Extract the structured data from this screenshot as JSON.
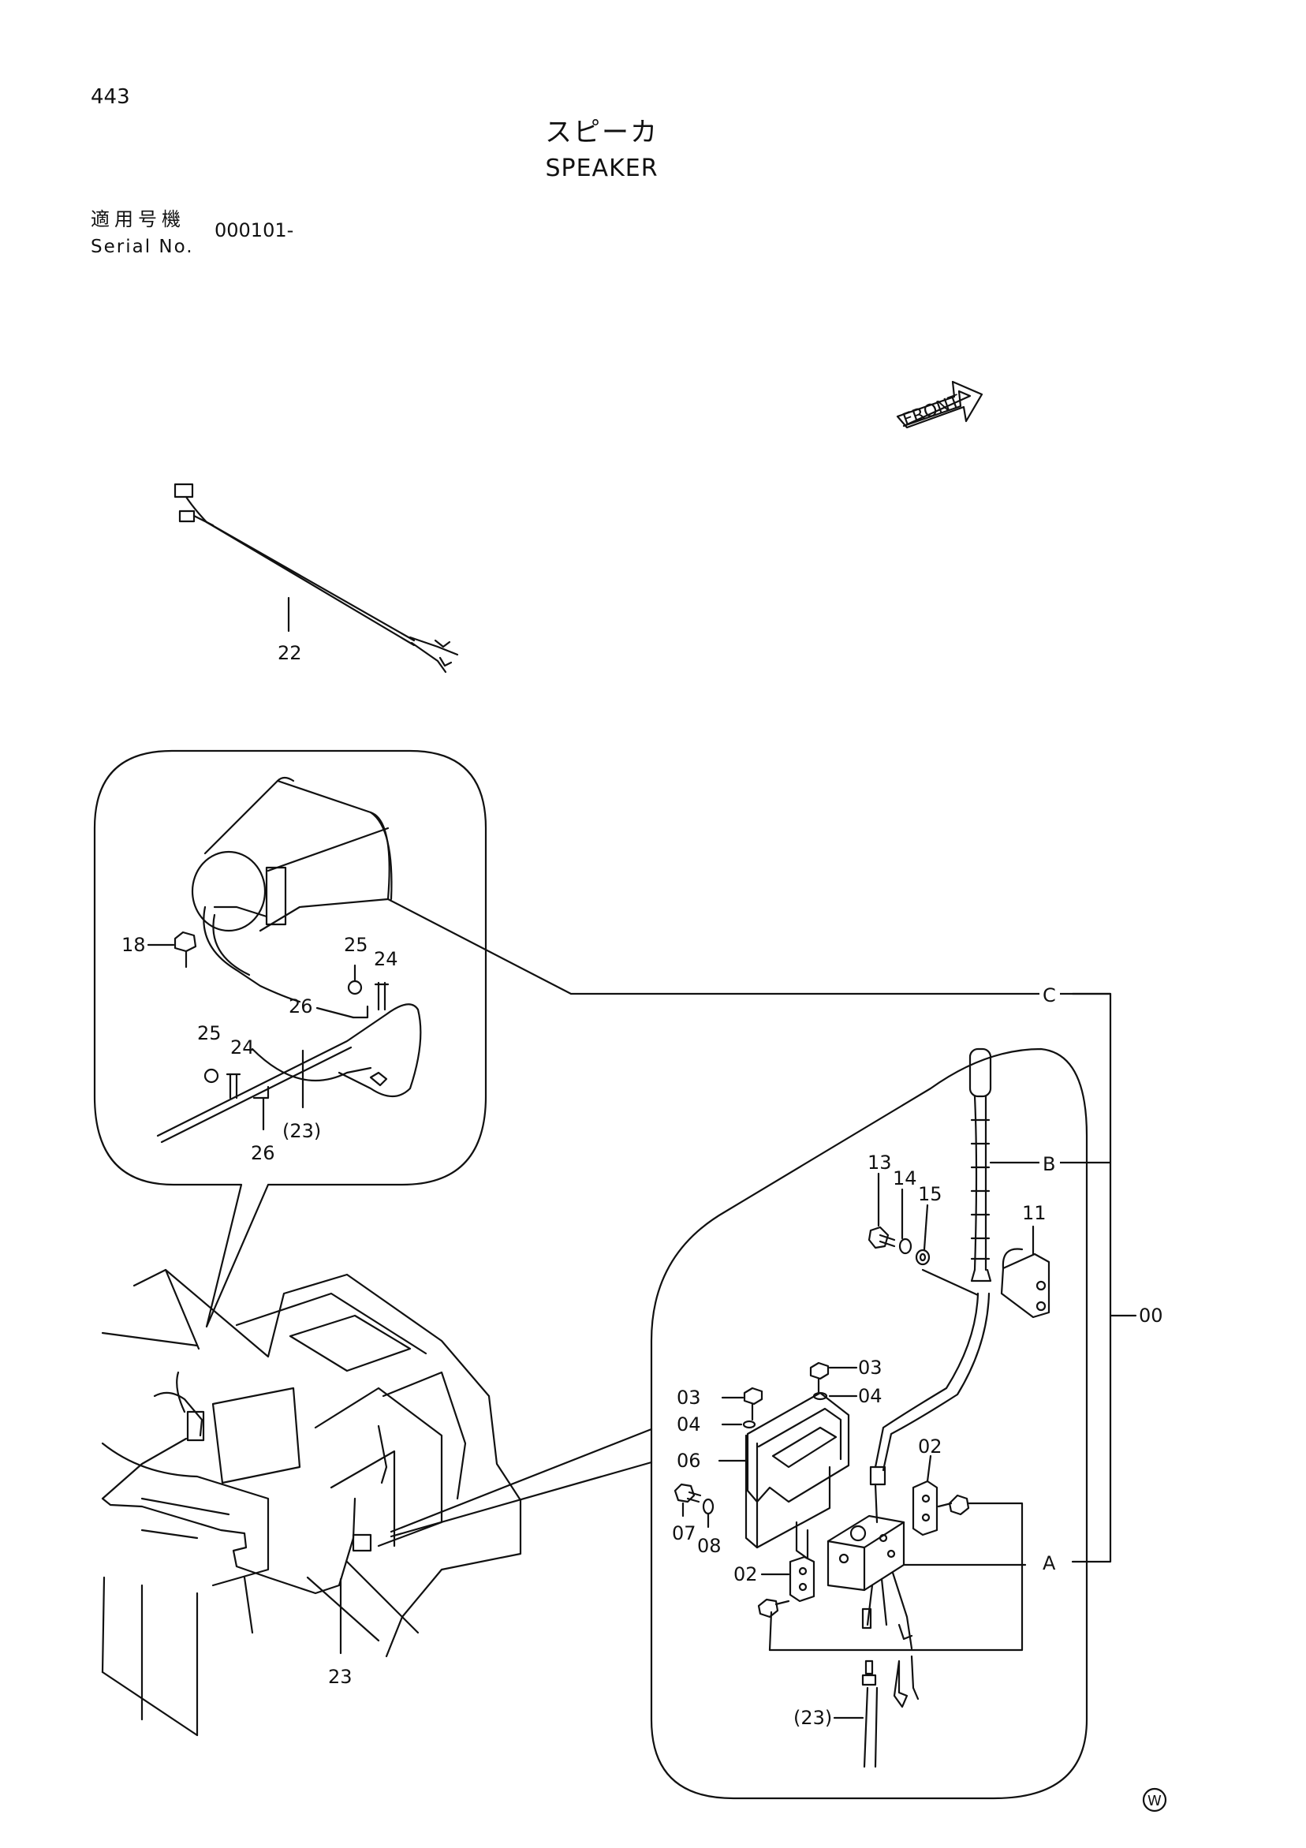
{
  "header": {
    "page_number": "443",
    "title_jp": "スピーカ",
    "title_en": "SPEAKER",
    "serial_label_jp": "適用号機",
    "serial_label_en": "Serial No.",
    "serial_value": "000101-"
  },
  "front_marker": "FRONT",
  "watermark": "W",
  "part_labels": {
    "p22": "22",
    "p18": "18",
    "p25a": "25",
    "p24a": "24",
    "p26a": "26",
    "p25b": "25",
    "p24b": "24",
    "p26b": "26",
    "p23ref_top": "(23)",
    "p23": "23",
    "pC": "C",
    "pB": "B",
    "pA": "A",
    "p00": "00",
    "p13": "13",
    "p14": "14",
    "p15": "15",
    "p11": "11",
    "p03a": "03",
    "p04a": "04",
    "p03b": "03",
    "p04b": "04",
    "p06": "06",
    "p07": "07",
    "p08": "08",
    "p02a": "02",
    "p02b": "02",
    "p23ref_bottom": "(23)"
  },
  "icons": [
    "front-arrow-icon",
    "speaker-horn",
    "antenna-microphone",
    "amplifier-box",
    "cab-outline",
    "wire-harness",
    "watermark-circle-icon"
  ]
}
